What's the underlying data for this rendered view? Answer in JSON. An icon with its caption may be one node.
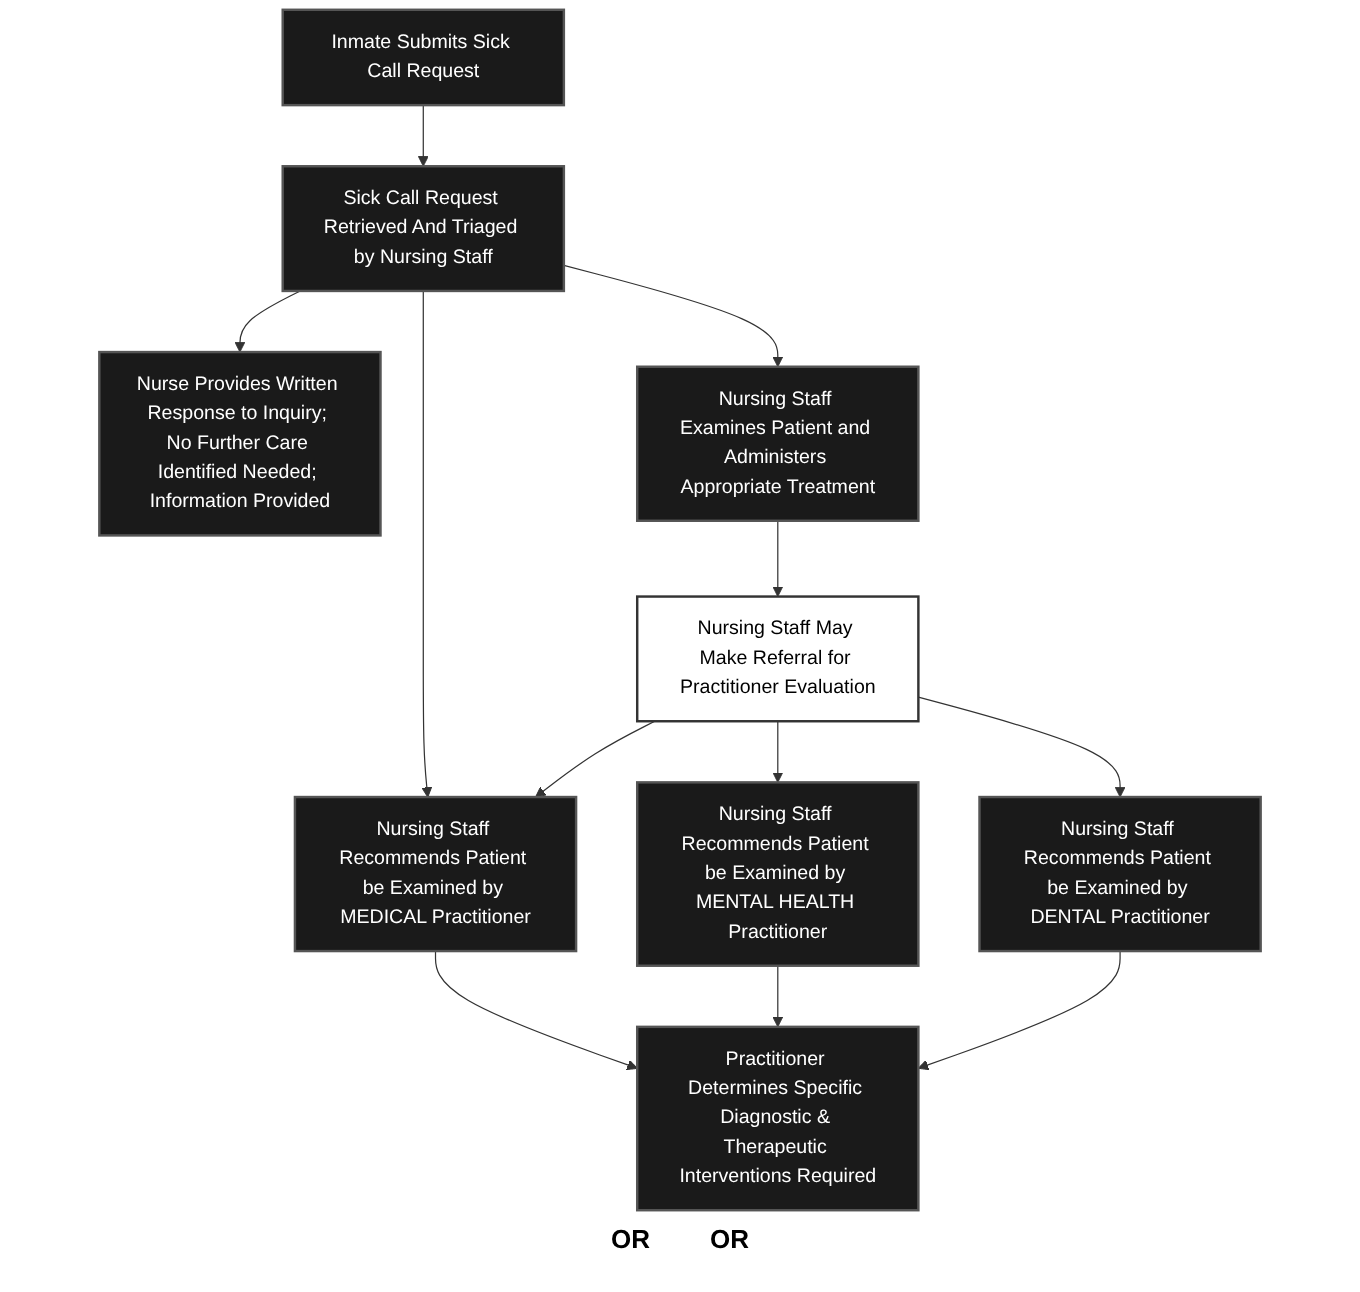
{
  "diagram": {
    "nodes": [
      {
        "text": [
          "Inmate Submits Sick Call Request"
        ]
      },
      {
        "text": [
          "Sick Call Request Retrieved And Triaged by Nursing Staff"
        ]
      },
      {
        "text": [
          "Nurse Provides Written Response to Inquiry; No Further Care Identified Needed; Information Provided"
        ]
      },
      {
        "text": [
          "Nursing Staff Examines Patient and Administers Appropriate Treatment"
        ]
      },
      {
        "text": [
          "Nursing Staff May Make Referral for Practitioner Evaluation"
        ]
      },
      {
        "text": [
          "Nursing Staff Recommends Patient be Examined by MEDICAL Practitioner"
        ]
      },
      {
        "text": [
          "Nursing Staff Recommends Patient be Examined by MENTAL HEALTH Practitioner"
        ]
      },
      {
        "text": [
          "Nursing Staff Recommends Patient be Examined by DENTAL Practitioner"
        ]
      },
      {
        "text": [
          "Practitioner Determines Specific Diagnostic & Therapeutic Interventions Required"
        ]
      }
    ],
    "edges": [
      {
        "from": 0,
        "to": 1,
        "arrow": "to"
      },
      {
        "from": 1,
        "to": 2,
        "arrow": "to"
      },
      {
        "from": 1,
        "to": 3,
        "arrow": "to"
      },
      {
        "from": 1,
        "to": 5,
        "arrow": "to"
      },
      {
        "from": 3,
        "to": 4,
        "arrow": "to"
      },
      {
        "from": 4,
        "to": 5,
        "arrow": "to"
      },
      {
        "from": 4,
        "to": 6,
        "arrow": "to"
      },
      {
        "from": 4,
        "to": 7,
        "arrow": "to"
      },
      {
        "from": 5,
        "to": 8,
        "arrow": "to"
      },
      {
        "from": 6,
        "to": 8,
        "arrow": "to"
      },
      {
        "from": 7,
        "to": 8,
        "arrow": "to"
      }
    ],
    "labels": [
      "OR",
      "OR"
    ]
  }
}
